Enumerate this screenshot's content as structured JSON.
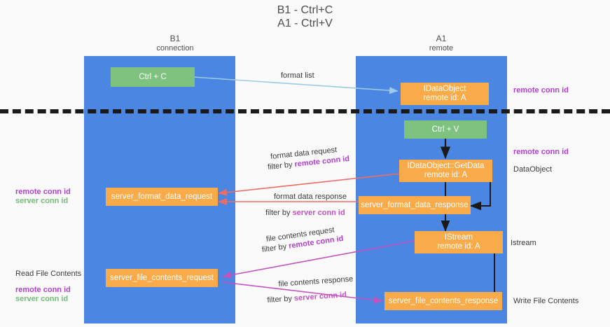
{
  "title": {
    "line1": "B1 - Ctrl+C",
    "line2": "A1 - Ctrl+V"
  },
  "columns": [
    {
      "name": "B1",
      "role": "connection"
    },
    {
      "name": "A1",
      "role": "remote"
    }
  ],
  "boxes": {
    "ctrl_c": {
      "label": "Ctrl + C"
    },
    "idataobject_top": {
      "line1": "IDataObject",
      "line2": "remote id: A"
    },
    "ctrl_v": {
      "label": "Ctrl + V"
    },
    "getdata": {
      "line1": "IDataObject::GetData",
      "line2": "remote id: A"
    },
    "server_format_data_request": {
      "label": "server_format_data_request"
    },
    "server_format_data_response": {
      "label": "server_format_data_response"
    },
    "istream": {
      "line1": "IStream",
      "line2": "remote id: A"
    },
    "server_file_contents_request": {
      "label": "server_file_contents_request"
    },
    "server_file_contents_response": {
      "label": "server_file_contents_response"
    }
  },
  "edge_labels": {
    "format_list": "format list",
    "format_data_request": "format data request",
    "format_data_request_filter_prefix": "filter by ",
    "format_data_request_filter_key": "remote conn id",
    "format_data_response": "format data response",
    "format_data_response_filter_prefix": "filter by ",
    "format_data_response_filter_key": "server conn id",
    "file_contents_request": "file contents request",
    "file_contents_request_filter_prefix": "filter by ",
    "file_contents_request_filter_key": "remote conn id",
    "file_contents_response": "file contents response",
    "file_contents_response_filter_prefix": "filter by ",
    "file_contents_response_filter_key": "server conn id"
  },
  "annotations": {
    "right_remote_conn_id_top": "remote conn id",
    "right_remote_conn_id_mid": "remote conn id",
    "right_dataobject": "DataObject",
    "right_istream": "Istream",
    "right_write_file_contents": "Write File Contents",
    "left_remote_conn_id": "remote conn id",
    "left_server_conn_id": "server conn id",
    "left_read_file_contents": "Read File Contents",
    "left_remote_conn_id_2": "remote conn id",
    "left_server_conn_id_2": "server conn id"
  },
  "colors": {
    "lane": "#4a86e2",
    "box_orange": "#f9ab49",
    "box_green": "#7dc27f",
    "accent_purple": "#b13fd1",
    "accent_green": "#73bd76",
    "arrow_red": "#ef6b63",
    "arrow_blue": "#9ccbe8",
    "arrow_magenta": "#c452bf",
    "arrow_black": "#1a1a1a",
    "background": "#fafafa"
  }
}
